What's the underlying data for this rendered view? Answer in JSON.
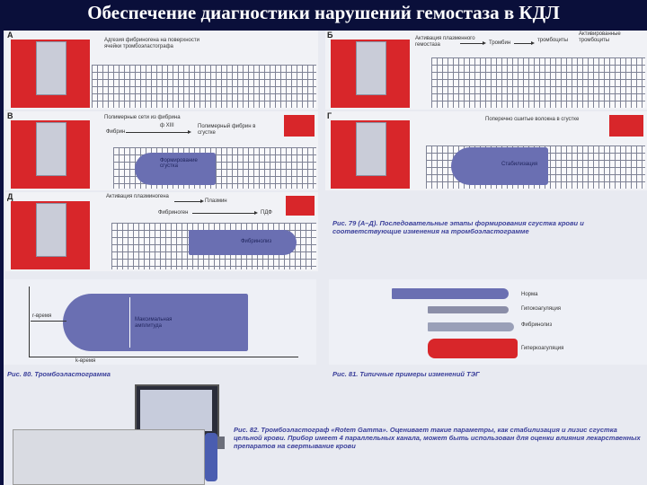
{
  "title": "Обеспечение диагностики нарушений гемостаза в КДЛ",
  "panels": {
    "a": {
      "letter": "А",
      "text": "Адгезия фибриногена на поверхности ячейки тромбоэластографа"
    },
    "b": {
      "letter": "Б",
      "text_left": "Активация плазменного гемостаза",
      "label_thrombin": "Тромбин",
      "label_thrombocytes": "тромбоциты",
      "text_right": "Активированные тромбоциты"
    },
    "v": {
      "letter": "В",
      "text": "Полимерные сети из фибрина",
      "label_fxiii": "ф XIII",
      "label_fibrin": "Фибрин",
      "text_right": "Полимерный фибрин в сгустке",
      "blob": "Формирование сгустка"
    },
    "g": {
      "letter": "Г",
      "text": "Поперечно сшитые волокна в сгустке",
      "blob": "Стабилизация"
    },
    "d": {
      "letter": "Д",
      "text": "Активация плазминогена",
      "label_plasmin": "Плазмин",
      "label_fibrinogen": "Фибриноген",
      "label_pdf": "ПДФ",
      "blob": "Фибринолиз"
    }
  },
  "fig79_caption": "Рис. 79 (А–Д). Последовательные этапы формирования сгустка крови и соответствующие изменения на тромбоэластограмме",
  "fig80": {
    "caption": "Рис. 80. Тромбоэластограмма",
    "r_label": "r-время",
    "k_label": "k-время",
    "ma_label": "Максимальная амплитуда"
  },
  "fig81": {
    "caption": "Рис. 81. Типичные примеры изменений ТЭГ",
    "items": [
      "Норма",
      "Гипокоагуляция",
      "Фибринолиз",
      "Гиперкоагуляция"
    ]
  },
  "fig82_caption": "Рис. 82. Тромбоэластограф «Rotem Gamma». Оценивает такие параметры, как стабилизация и лизис сгустка цельной крови. Прибор имеет 4 параллельных канала, может быть использован для оценки влияния лекарственных препаратов на свертывание крови",
  "colors": {
    "accent_red": "#d8262a",
    "blob_blue": "#6a6fb2",
    "caption_blue": "#3a3f9a",
    "title_bg": "#0a0f3a"
  }
}
